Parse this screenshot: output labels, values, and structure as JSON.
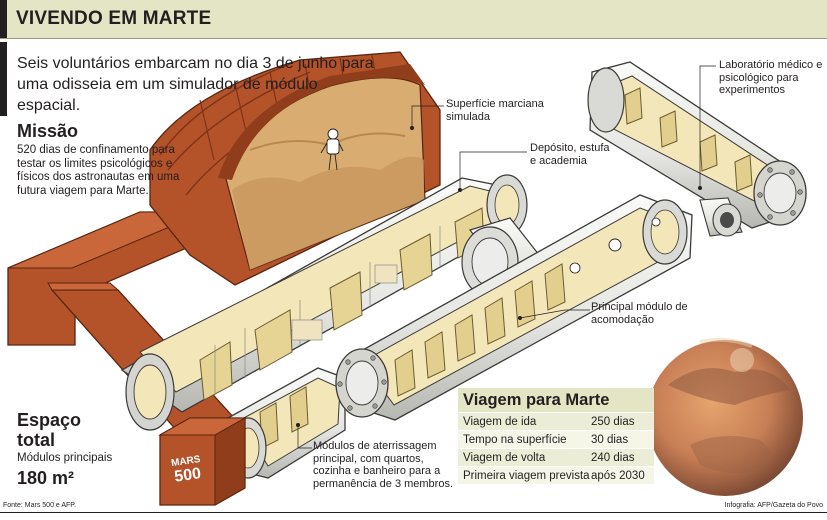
{
  "header": {
    "title": "VIVENDO EM MARTE"
  },
  "intro": "Seis voluntários embarcam no dia 3 de junho para uma odisseia em um simulador de módulo espacial.",
  "mission": {
    "title": "Missão",
    "text": "520 dias de confinamento para testar os limites psicológicos e físicos dos astronautas em uma futura viagem para Marte."
  },
  "space": {
    "title": "Espaço total",
    "subtitle": "Módulos principais",
    "value": "180 m²"
  },
  "labels": {
    "surface": "Superfície marciana simulada",
    "deposit": "Depósito, estufa e academia",
    "lab": "Laboratório médico e psicológico para experimentos",
    "main_module": "Principal módulo de acomodação",
    "landing": "Módulos de aterrissagem principal, com quartos, cozinha e banheiro para a permanência de 3 membros."
  },
  "logo": {
    "line1": "MARS",
    "line2": "500"
  },
  "trip": {
    "title": "Viagem para Marte",
    "rows": [
      {
        "label": "Viagem de ida",
        "value": "250 dias"
      },
      {
        "label": "Tempo na superfície",
        "value": "30 dias"
      },
      {
        "label": "Viagem de volta",
        "value": "240 dias"
      },
      {
        "label": "Primeira viagem prevista",
        "value": "após 2030"
      }
    ]
  },
  "footer": {
    "source": "Fonte: Mars 500 e AFP.",
    "credit": "Infografia: AFP/Gazeta do Povo"
  },
  "colors": {
    "title_band": "#e3e5c4",
    "brick": "#b4522a",
    "brick_dark": "#7e3418",
    "sand": "#d9ad72",
    "module": "#eeeeec",
    "module_interior": "#f3e6b8",
    "mars": "#c98056"
  }
}
